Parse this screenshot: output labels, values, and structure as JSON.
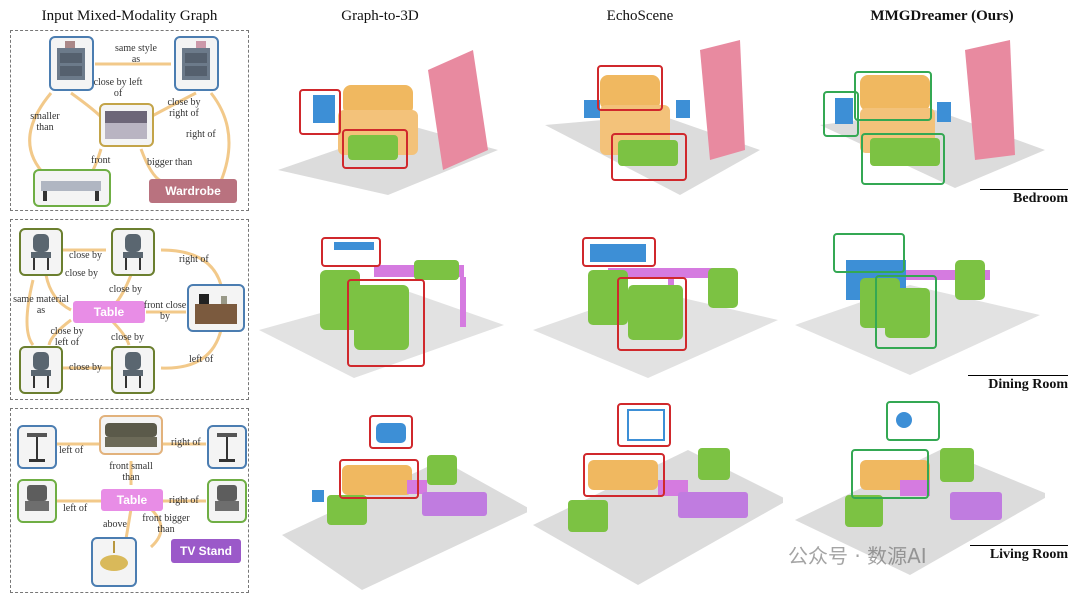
{
  "titles": {
    "input": "Input Mixed-Modality Graph",
    "g2d": "Graph-to-3D",
    "echo": "EchoScene",
    "mmg": "MMGDreamer (Ours)"
  },
  "rooms": {
    "bedroom": "Bedroom",
    "dining": "Dining Room",
    "living": "Living Room"
  },
  "bedroom_graph": {
    "edges": [
      "same style as",
      "close by left of",
      "close by right of",
      "right of",
      "smaller than",
      "front",
      "bigger than"
    ],
    "text_node": "Wardrobe"
  },
  "dining_graph": {
    "edges": [
      "close by",
      "right of",
      "close by",
      "close by",
      "same material as",
      "front close by",
      "close by left of",
      "close by",
      "close by",
      "left of"
    ],
    "text_node": "Table"
  },
  "living_graph": {
    "edges": [
      "left of",
      "right of",
      "front small than",
      "left of",
      "right of",
      "above",
      "front bigger than"
    ],
    "text_node_center": "Table",
    "text_node_tv": "TV Stand"
  },
  "colors": {
    "red_box": "#d0282c",
    "green_box": "#34a853",
    "bed": "#f0b860",
    "wardrobe": "#e88aa0",
    "chair": "#7cc243",
    "table": "#d57be0",
    "blue_obj": "#3d8fd6",
    "floor": "#dcdcdc",
    "node_blue": "#4b7db1",
    "node_olive": "#6b7f2f",
    "node_green": "#6fae44",
    "node_gold": "#c3a449",
    "node_orange": "#e2b27c",
    "wardrobe_node": "#b9727f",
    "table_node": "#e88de6",
    "tvstand_node": "#9b59c9",
    "arrow": "#f2c98a"
  },
  "watermark": "公众号 · 数源AI"
}
